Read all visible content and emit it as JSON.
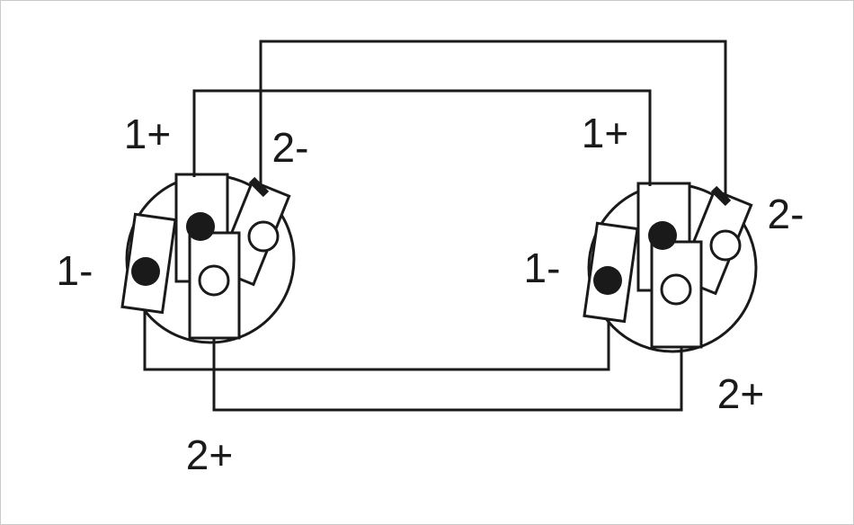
{
  "diagram": {
    "type": "speaker-cable-wiring-diagram",
    "background": "#ffffff",
    "stroke_color": "#1a1a1a",
    "dot_color": "#1a1a1a",
    "border_color": "#c9c9c9"
  },
  "connectors": {
    "left": {
      "label_1plus": "1+",
      "label_1minus": "1-",
      "label_2plus": "2+",
      "label_2minus": "2-"
    },
    "right": {
      "label_1plus": "1+",
      "label_1minus": "1-",
      "label_2plus": "2+",
      "label_2minus": "2-"
    }
  }
}
